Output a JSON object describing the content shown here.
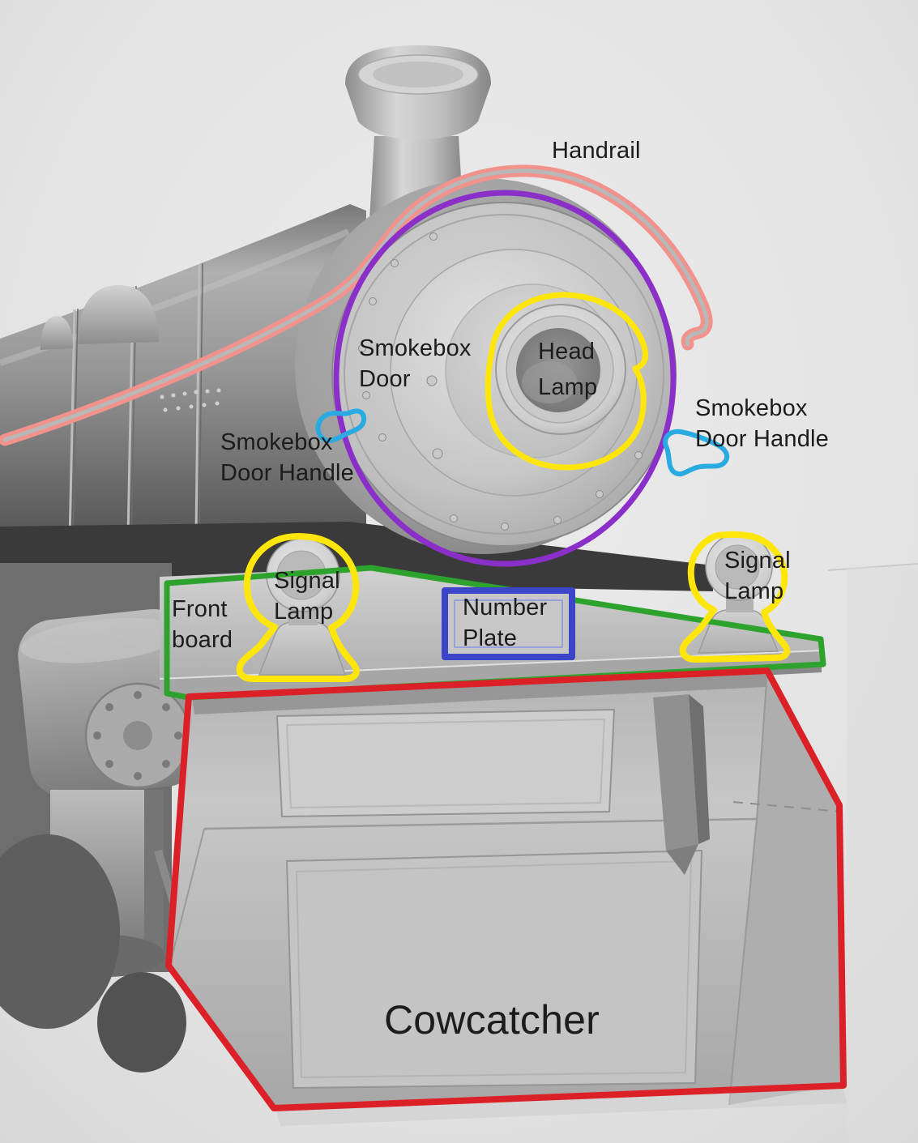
{
  "labels": {
    "handrail": {
      "text": "Handrail"
    },
    "smokebox_door": {
      "line1": "Smokebox",
      "line2": "Door"
    },
    "head_lamp": {
      "line1": "Head",
      "line2": "Lamp"
    },
    "smokebox_door_handle_left": {
      "line1": "Smokebox",
      "line2": "Door Handle"
    },
    "smokebox_door_handle_right": {
      "line1": "Smokebox",
      "line2": "Door Handle"
    },
    "signal_lamp_left": {
      "line1": "Signal",
      "line2": "Lamp"
    },
    "signal_lamp_right": {
      "line1": "Signal",
      "line2": "Lamp"
    },
    "front_board": {
      "line1": "Front",
      "line2": "board"
    },
    "number_plate": {
      "line1": "Number",
      "line2": "Plate"
    },
    "cowcatcher": {
      "text": "Cowcatcher"
    }
  },
  "annotation_colors": {
    "handrail": "#F2928C",
    "smokebox_door": "#8B2FC9",
    "head_lamp": "#FFE60A",
    "door_handle": "#29ABE2",
    "signal_lamp": "#FFE60A",
    "front_board": "#2DA32D",
    "number_plate": "#3C45C8",
    "cowcatcher": "#DB2127"
  }
}
